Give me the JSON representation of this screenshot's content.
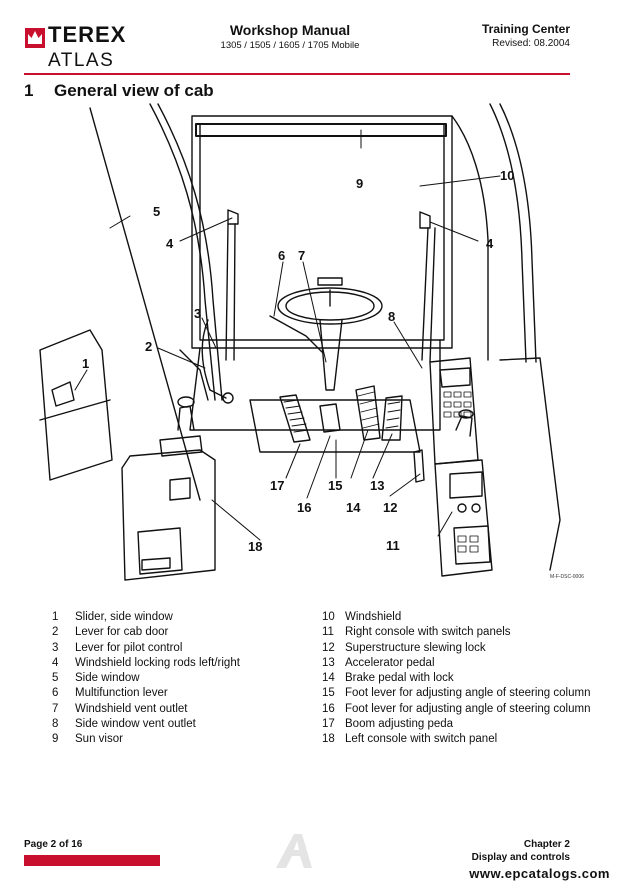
{
  "colors": {
    "brand_red": "#c8102e",
    "line": "#111111"
  },
  "header": {
    "logo_brand": "TEREX",
    "logo_sub": "ATLAS",
    "title": "Workshop Manual",
    "models": "1305 / 1505 / 1605 / 1705 Mobile",
    "right_title": "Training Center",
    "revised": "Revised: 08.2004"
  },
  "section": {
    "number": "1",
    "title": "General view of cab"
  },
  "diagram": {
    "callouts": [
      "1",
      "2",
      "3",
      "4",
      "4",
      "5",
      "6",
      "7",
      "8",
      "9",
      "10",
      "11",
      "12",
      "13",
      "14",
      "15",
      "16",
      "17",
      "18"
    ],
    "drawing_code": "M-F-DSC-0006"
  },
  "legend_left": [
    {
      "num": "1",
      "text": "Slider, side window"
    },
    {
      "num": "2",
      "text": "Lever for cab door"
    },
    {
      "num": "3",
      "text": "Lever for pilot control"
    },
    {
      "num": "4",
      "text": "Windshield locking rods left/right"
    },
    {
      "num": "5",
      "text": "Side window"
    },
    {
      "num": "6",
      "text": "Multifunction lever"
    },
    {
      "num": "7",
      "text": "Windshield vent outlet"
    },
    {
      "num": "8",
      "text": "Side window vent outlet"
    },
    {
      "num": "9",
      "text": "Sun visor"
    }
  ],
  "legend_right": [
    {
      "num": "10",
      "text": "Windshield"
    },
    {
      "num": "11",
      "text": "Right console with switch panels"
    },
    {
      "num": "12",
      "text": "Superstructure slewing lock"
    },
    {
      "num": "13",
      "text": "Accelerator pedal"
    },
    {
      "num": "14",
      "text": "Brake pedal with lock"
    },
    {
      "num": "15",
      "text": "Foot lever for adjusting angle of steering column"
    },
    {
      "num": "16",
      "text": "Foot lever for adjusting angle of steering column"
    },
    {
      "num": "17",
      "text": "Boom adjusting peda"
    },
    {
      "num": "18",
      "text": "Left console with switch panel"
    }
  ],
  "footer": {
    "page": "Page 2 of 16",
    "chapter": "Chapter 2",
    "chapter_title": "Display and controls",
    "watermark_url": "www.epcatalogs.com"
  }
}
